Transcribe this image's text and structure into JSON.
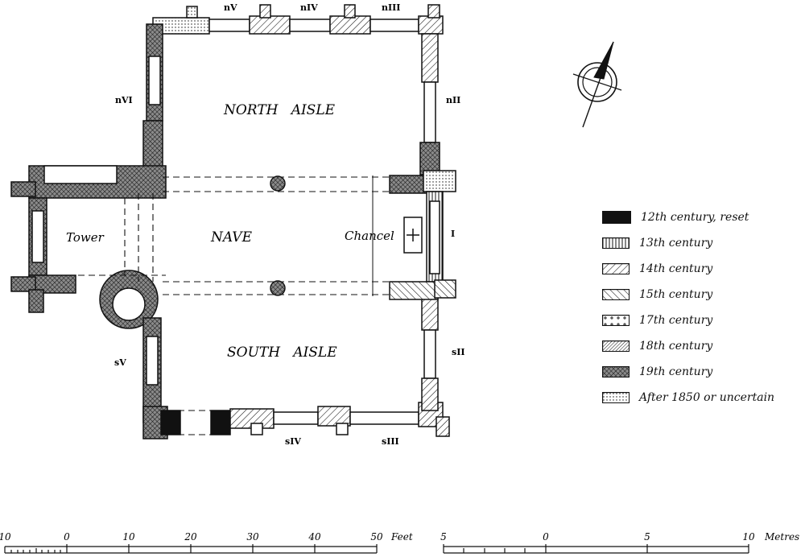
{
  "plan": {
    "rooms": {
      "north_aisle": "NORTH   AISLE",
      "nave": "NAVE",
      "south_aisle": "SOUTH   AISLE",
      "tower": "Tower",
      "chancel": "Chancel"
    },
    "windows": {
      "nV": "nV",
      "nIV": "nIV",
      "nIII": "nIII",
      "nVI": "nVI",
      "nII": "nII",
      "I": "I",
      "sII": "sII",
      "sV": "sV",
      "sIV": "sIV",
      "sIII": "sIII"
    }
  },
  "legend": {
    "items": [
      {
        "label": "12th century, reset",
        "pattern": "solid"
      },
      {
        "label": "13th century",
        "pattern": "vertical"
      },
      {
        "label": "14th century",
        "pattern": "diag-fwd"
      },
      {
        "label": "15th century",
        "pattern": "diag-back"
      },
      {
        "label": "17th century",
        "pattern": "crosses"
      },
      {
        "label": "18th century",
        "pattern": "dense-hatch"
      },
      {
        "label": "19th century",
        "pattern": "crosshatch"
      },
      {
        "label": "After 1850 or uncertain",
        "pattern": "dots"
      }
    ]
  },
  "scales": {
    "feet": {
      "ticks": [
        "10",
        "0",
        "10",
        "20",
        "30",
        "40",
        "50"
      ],
      "unit": "Feet"
    },
    "metres": {
      "ticks": [
        "5",
        "0",
        "5",
        "10"
      ],
      "unit": "Metres"
    }
  },
  "north_arrow": "north-arrow"
}
